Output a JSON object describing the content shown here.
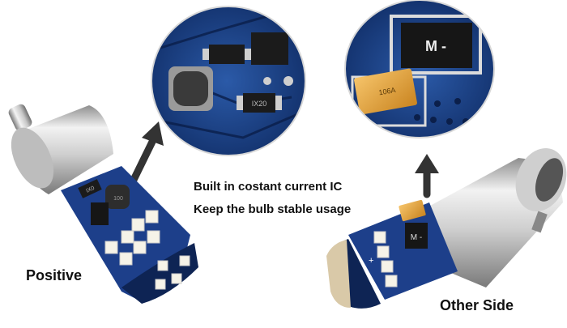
{
  "captions": {
    "positive": "Positive",
    "other_side": "Other Side",
    "feature_line_1": "Built in costant current IC",
    "feature_line_2": "Keep the bulb stable usage"
  },
  "component_markings": {
    "left_inductor": "100",
    "left_ic": "IX20",
    "left_bulb_ic": "IX0",
    "right_ic": "M -",
    "capacitor": "106A"
  },
  "colors": {
    "pcb_blue": "#1d3f8a",
    "pcb_dark": "#0e2454",
    "silver": "#d9d9d9",
    "capacitor": "#e9a53a",
    "led": "#f6f3e8"
  }
}
